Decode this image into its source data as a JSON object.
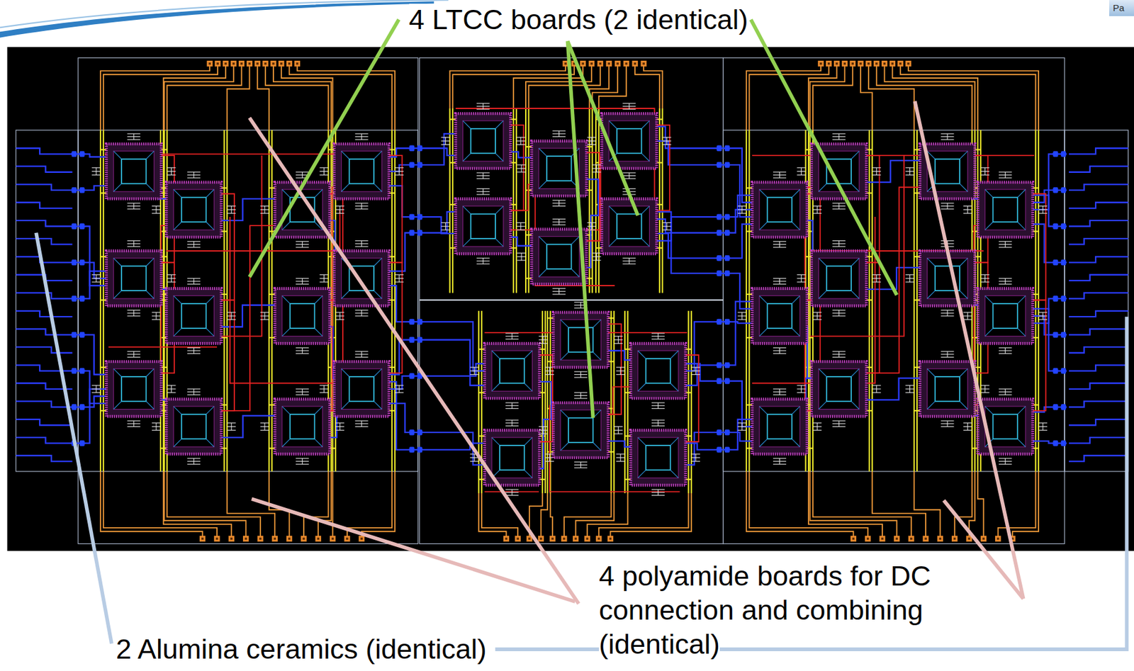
{
  "diagram": {
    "nodes": [
      {
        "text": [
          "Pa"
        ]
      }
    ],
    "labels": [
      "4 LTCC boards (2 identical)",
      "4 polyamide boards for DC connection and combining (identical)",
      "2 Alumina ceramics (identical)"
    ]
  }
}
